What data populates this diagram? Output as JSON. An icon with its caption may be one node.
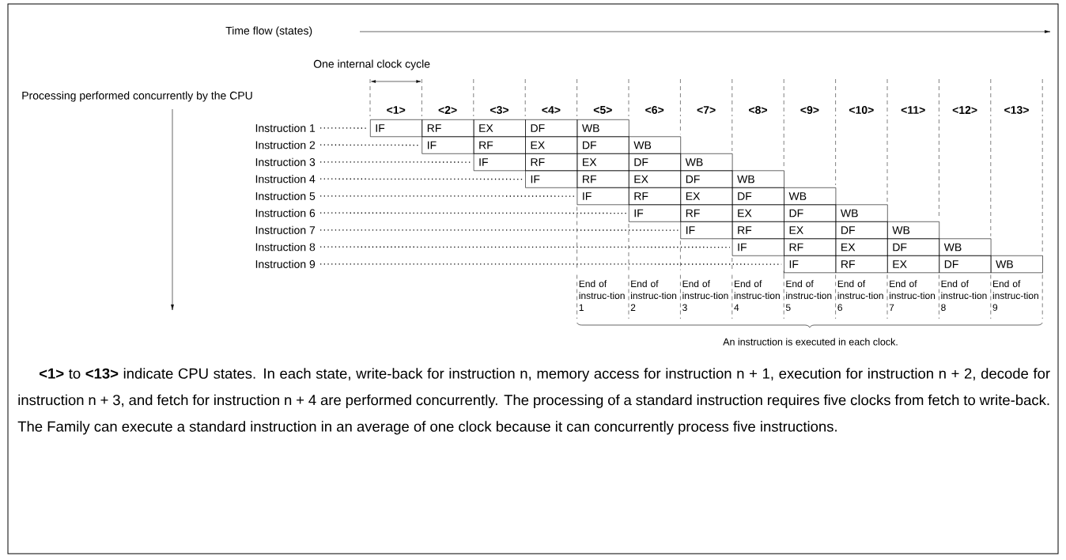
{
  "diagram": {
    "nodes": [
      {
        "text": [
          "Instruction 1"
        ]
      },
      {
        "text": [
          "Instruction 2"
        ]
      },
      {
        "text": [
          "Instruction 3"
        ]
      },
      {
        "text": [
          "Instruction 4"
        ]
      },
      {
        "text": [
          "Instruction 5"
        ]
      },
      {
        "text": [
          "Instruction 6"
        ]
      },
      {
        "text": [
          "Instruction 7"
        ]
      },
      {
        "text": [
          "Instruction 8"
        ]
      },
      {
        "text": [
          "Instruction 9"
        ]
      },
      {
        "text": [
          "IF"
        ]
      },
      {
        "text": [
          "RF"
        ]
      },
      {
        "text": [
          "EX"
        ]
      },
      {
        "text": [
          "DF"
        ]
      },
      {
        "text": [
          "WB"
        ]
      },
      {
        "text": [
          "IF"
        ]
      },
      {
        "text": [
          "RF"
        ]
      },
      {
        "text": [
          "EX"
        ]
      },
      {
        "text": [
          "DF"
        ]
      },
      {
        "text": [
          "WB"
        ]
      },
      {
        "text": [
          "IF"
        ]
      },
      {
        "text": [
          "RF"
        ]
      },
      {
        "text": [
          "EX"
        ]
      },
      {
        "text": [
          "DF"
        ]
      },
      {
        "text": [
          "WB"
        ]
      },
      {
        "text": [
          "IF"
        ]
      },
      {
        "text": [
          "RF"
        ]
      },
      {
        "text": [
          "EX"
        ]
      },
      {
        "text": [
          "DF"
        ]
      },
      {
        "text": [
          "WB"
        ]
      },
      {
        "text": [
          "IF"
        ]
      },
      {
        "text": [
          "RF"
        ]
      },
      {
        "text": [
          "EX"
        ]
      },
      {
        "text": [
          "DF"
        ]
      },
      {
        "text": [
          "WB"
        ]
      },
      {
        "text": [
          "IF"
        ]
      },
      {
        "text": [
          "RF"
        ]
      },
      {
        "text": [
          "EX"
        ]
      },
      {
        "text": [
          "DF"
        ]
      },
      {
        "text": [
          "WB"
        ]
      },
      {
        "text": [
          "IF"
        ]
      },
      {
        "text": [
          "RF"
        ]
      },
      {
        "text": [
          "EX"
        ]
      },
      {
        "text": [
          "DF"
        ]
      },
      {
        "text": [
          "WB"
        ]
      },
      {
        "text": [
          "IF"
        ]
      },
      {
        "text": [
          "RF"
        ]
      },
      {
        "text": [
          "EX"
        ]
      },
      {
        "text": [
          "DF"
        ]
      },
      {
        "text": [
          "WB"
        ]
      },
      {
        "text": [
          "IF"
        ]
      },
      {
        "text": [
          "RF"
        ]
      },
      {
        "text": [
          "EX"
        ]
      },
      {
        "text": [
          "DF"
        ]
      },
      {
        "text": [
          "WB"
        ]
      }
    ],
    "edges": [
      {
        "from": 0,
        "to": 9,
        "arrow": "none",
        "style": "dashed"
      },
      {
        "from": 1,
        "to": 14,
        "arrow": "none",
        "style": "dashed"
      },
      {
        "from": 2,
        "to": 19,
        "arrow": "none",
        "style": "dashed"
      },
      {
        "from": 3,
        "to": 24,
        "arrow": "none",
        "style": "dashed"
      },
      {
        "from": 4,
        "to": 29,
        "arrow": "none",
        "style": "dashed"
      },
      {
        "from": 5,
        "to": 34,
        "arrow": "none",
        "style": "dashed"
      },
      {
        "from": 6,
        "to": 39,
        "arrow": "none",
        "style": "dashed"
      },
      {
        "from": 7,
        "to": 44,
        "arrow": "none",
        "style": "dashed"
      },
      {
        "from": 8,
        "to": 49,
        "arrow": "none",
        "style": "dashed"
      }
    ],
    "labels": [
      "Time flow (states)",
      "One internal clock cycle",
      "Processing performed concurrently by the CPU",
      "<1>",
      "<2>",
      "<3>",
      "<4>",
      "<5>",
      "<6>",
      "<7>",
      "<8>",
      "<9>",
      "<10>",
      "<11>",
      "<12>",
      "<13>",
      "End of instruc-tion 1",
      "End of instruc-tion 2",
      "End of instruc-tion 3",
      "End of instruc-tion 4",
      "End of instruc-tion 5",
      "End of instruc-tion 6",
      "End of instruc-tion 7",
      "End of instruc-tion 8",
      "End of instruc-tion 9",
      "An instruction is executed in each clock.",
      "**<1>** to **<13>** indicate CPU states.  In each state, write-back for instruction n, memory access for instruction n + 1, execution for instruction n + 2, decode for instruction n + 3, and fetch for instruction n + 4 are performed concurrently.  The processing of a standard instruction requires five clocks from fetch to write-back.  The Family can execute a standard instruction in an average of one clock because it can concurrently process five instructions."
    ]
  }
}
